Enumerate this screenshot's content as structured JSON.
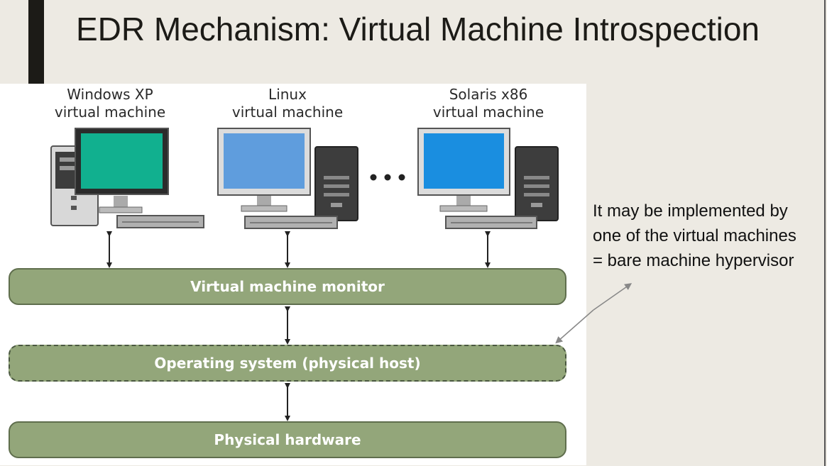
{
  "slide": {
    "title": "EDR Mechanism: Virtual Machine Introspection",
    "accent_color": "#1c1b17"
  },
  "figure": {
    "virtual_machines": [
      {
        "line1": "Windows XP",
        "line2": "virtual machine",
        "screen_color": "#11b08f"
      },
      {
        "line1": "Linux",
        "line2": "virtual machine",
        "screen_color": "#5f9ddd"
      },
      {
        "line1": "Solaris x86",
        "line2": "virtual machine",
        "screen_color": "#1a8ee0"
      }
    ],
    "ellipsis_icon": "ellipsis-icon",
    "layers": {
      "vmm": "Virtual machine monitor",
      "os": "Operating system (physical host)",
      "hardware": "Physical hardware"
    },
    "layer_color": "#93a67a"
  },
  "annotation": {
    "lines": [
      "It may be implemented by",
      "one of the virtual machines",
      "= bare machine hypervisor"
    ],
    "pointer_icon": "arrow-icon"
  }
}
